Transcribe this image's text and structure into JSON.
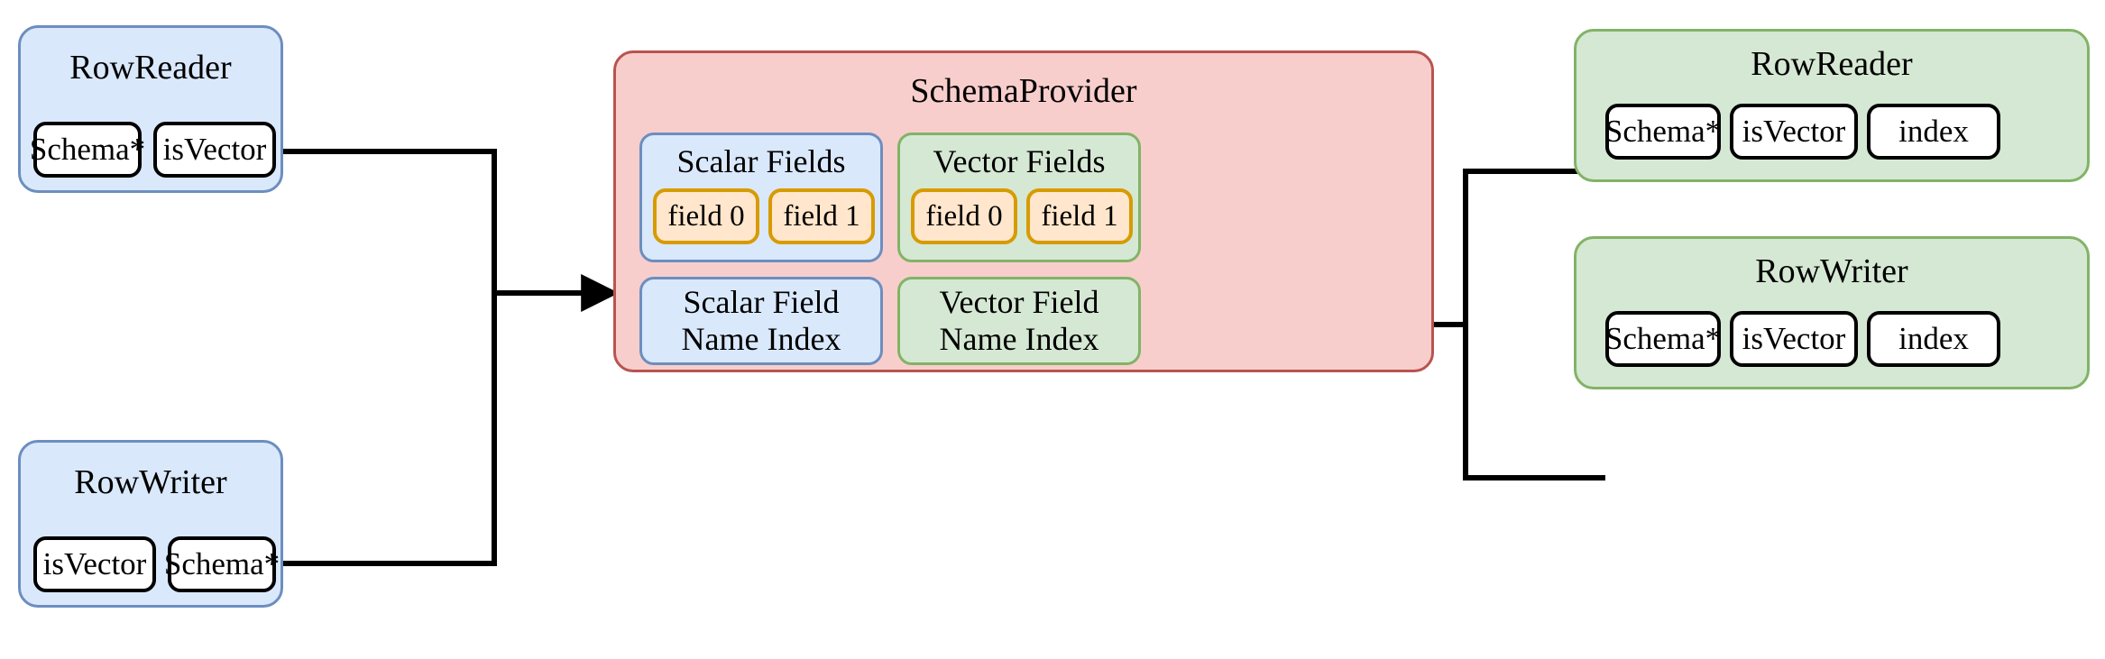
{
  "diagram": {
    "title": "SchemaProvider relationship diagram",
    "colors": {
      "blue_fill": "#dae8fc",
      "blue_stroke": "#6c8ebf",
      "green_fill": "#d5e8d4",
      "green_stroke": "#82b366",
      "red_fill": "#f8cecc",
      "red_stroke": "#b85450",
      "orange_fill": "#ffe6cc",
      "orange_stroke": "#d79b00",
      "slot_stroke": "#000000",
      "connector": "#000000"
    }
  },
  "left": {
    "row_reader": {
      "title": "RowReader",
      "slots": [
        "Schema*",
        "isVector"
      ]
    },
    "row_writer": {
      "title": "RowWriter",
      "slots": [
        "isVector",
        "Schema*"
      ]
    }
  },
  "center": {
    "title": "SchemaProvider",
    "scalar_fields": {
      "title": "Scalar Fields",
      "chips": [
        "field 0",
        "field 1"
      ]
    },
    "vector_fields": {
      "title": "Vector Fields",
      "chips": [
        "field 0",
        "field 1"
      ]
    },
    "scalar_index": "Scalar Field Name Index",
    "vector_index": "Vector Field Name Index"
  },
  "right": {
    "row_reader": {
      "title": "RowReader",
      "slots": [
        "Schema*",
        "isVector",
        "index"
      ]
    },
    "row_writer": {
      "title": "RowWriter",
      "slots": [
        "Schema*",
        "isVector",
        "index"
      ]
    }
  },
  "connectors": {
    "left_to_center": "arrow-right",
    "right_to_center": "arrow-left"
  }
}
